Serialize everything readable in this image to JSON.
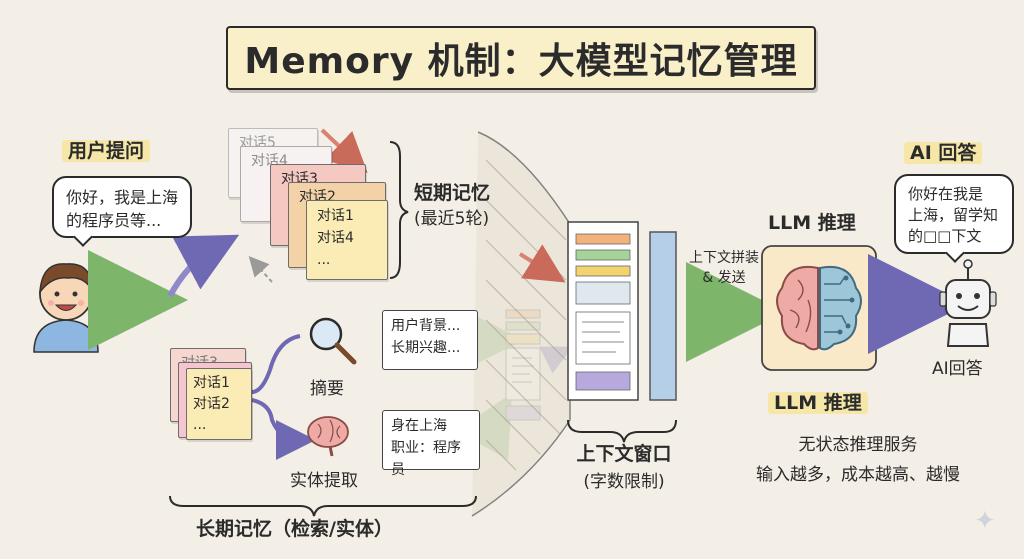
{
  "title": "Memory 机制：大模型记忆管理",
  "user": {
    "label": "用户提问",
    "message_line1": "你好，我是上海",
    "message_line2": "的程序员等..."
  },
  "short_term": {
    "cards": [
      "对话5",
      "对话4",
      "对话3",
      "对话2"
    ],
    "front_card_lines": [
      "对话1",
      "对话4",
      "..."
    ],
    "label_line1": "短期记忆",
    "label_line2": "(最近5轮)"
  },
  "long_term": {
    "stack_back": "对话3",
    "stack_front_lines": [
      "对话1",
      "对话2",
      "..."
    ],
    "summary_label": "摘要",
    "summary_card_lines": [
      "用户背景...",
      "长期兴趣..."
    ],
    "entity_label": "实体提取",
    "entity_card_lines": [
      "身在上海",
      "职业：程序员"
    ],
    "bracket_label": "长期记忆（检索/实体）"
  },
  "context": {
    "label_line1": "上下文窗口",
    "label_line2": "(字数限制)",
    "send_line1": "上下文拼装",
    "send_line2": "& 发送"
  },
  "llm": {
    "label_top": "LLM 推理",
    "label_bottom": "LLM 推理",
    "desc_line1": "无状态推理服务",
    "desc_line2": "输入越多，成本越高、越慢"
  },
  "ai": {
    "label": "AI 回答",
    "message_line1": "你好在我是",
    "message_line2": "上海，留学知",
    "message_line3": "的□□下文",
    "robot_label": "AI回答"
  },
  "colors": {
    "background": "#f4efe6",
    "title_bg": "#f9f0c9",
    "arrow_green": "#9ccf8a",
    "arrow_purple": "#8f89c9",
    "arrow_red": "#d98273",
    "window_blue": "#b6cfe9"
  }
}
